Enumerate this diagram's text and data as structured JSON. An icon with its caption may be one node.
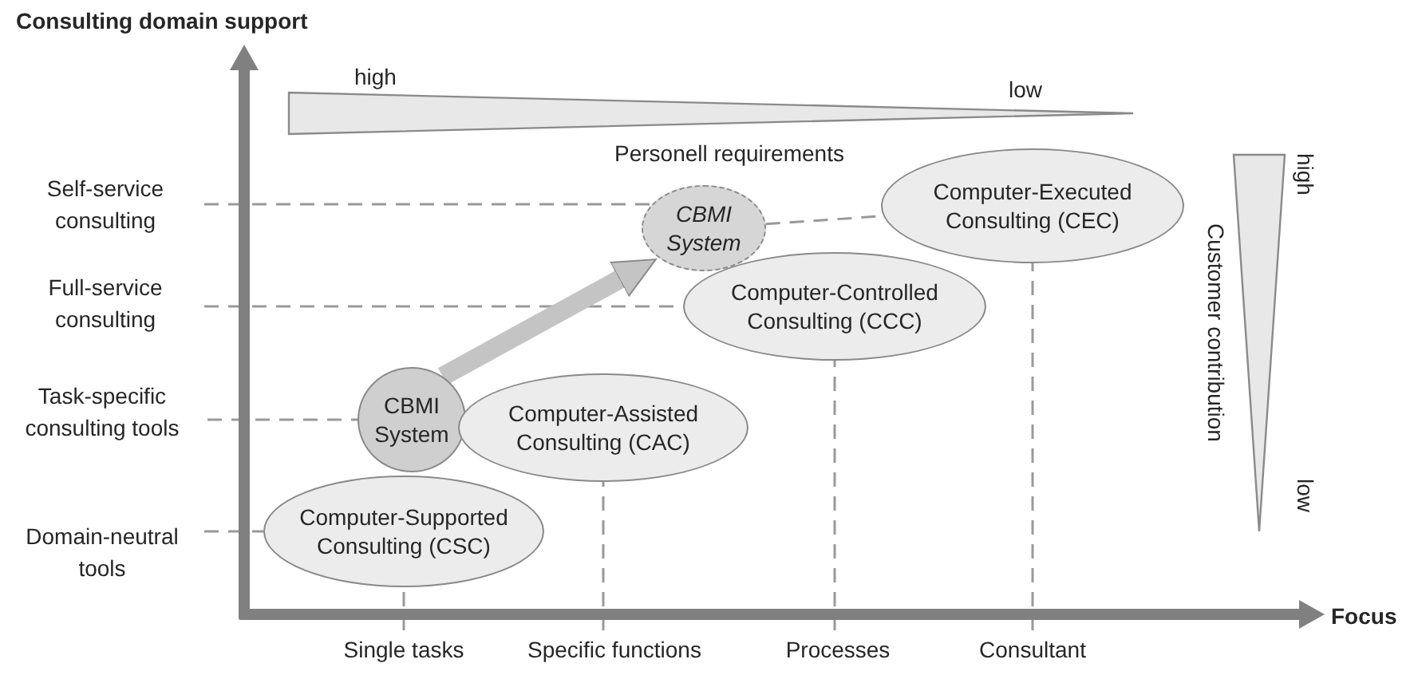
{
  "diagram": {
    "nodes": [
      {
        "text": [
          "Domain-neutral tools"
        ]
      },
      {
        "text": [
          "Task-specific consulting tools"
        ]
      },
      {
        "text": [
          "Full-service consulting"
        ]
      },
      {
        "text": [
          "Self-service consulting"
        ]
      },
      {
        "text": [
          "Computer-Supported Consulting (CSC)"
        ]
      },
      {
        "text": [
          "CBMI System"
        ]
      },
      {
        "text": [
          "Computer-Assisted Consulting (CAC)"
        ]
      },
      {
        "text": [
          "CBMI System"
        ]
      },
      {
        "text": [
          "Computer-Controlled Consulting (CCC)"
        ]
      },
      {
        "text": [
          "Computer-Executed Consulting (CEC)"
        ]
      },
      {
        "text": [
          "Single tasks"
        ]
      },
      {
        "text": [
          "Specific functions"
        ]
      },
      {
        "text": [
          "Processes"
        ]
      },
      {
        "text": [
          "Consultant"
        ]
      },
      {
        "text": [],
        "shape": "triangle",
        "beside": [
          "high",
          "low"
        ]
      },
      {
        "text": [],
        "shape": "triangle",
        "beside": [
          "high",
          "low"
        ]
      }
    ],
    "edges": [
      {
        "from": 0,
        "to": 4,
        "arrow": "none",
        "style": "dashed"
      },
      {
        "from": 1,
        "to": 5,
        "arrow": "none",
        "style": "dashed"
      },
      {
        "from": 2,
        "to": 8,
        "arrow": "none",
        "style": "dashed"
      },
      {
        "from": 3,
        "to": 7,
        "arrow": "none",
        "style": "dashed"
      },
      {
        "from": 7,
        "to": 9,
        "arrow": "none",
        "style": "dashed"
      },
      {
        "from": 10,
        "to": 4,
        "arrow": "none",
        "style": "dashed"
      },
      {
        "from": 11,
        "to": 6,
        "arrow": "none",
        "style": "dashed"
      },
      {
        "from": 12,
        "to": 8,
        "arrow": "none",
        "style": "dashed"
      },
      {
        "from": 13,
        "to": 9,
        "arrow": "none",
        "style": "dashed"
      },
      {
        "from": 5,
        "to": 7,
        "arrow": "to",
        "style": "thick"
      }
    ],
    "labels": [
      "Consulting domain support",
      "Personell requirements",
      "Customer contribution",
      "Focus"
    ]
  }
}
